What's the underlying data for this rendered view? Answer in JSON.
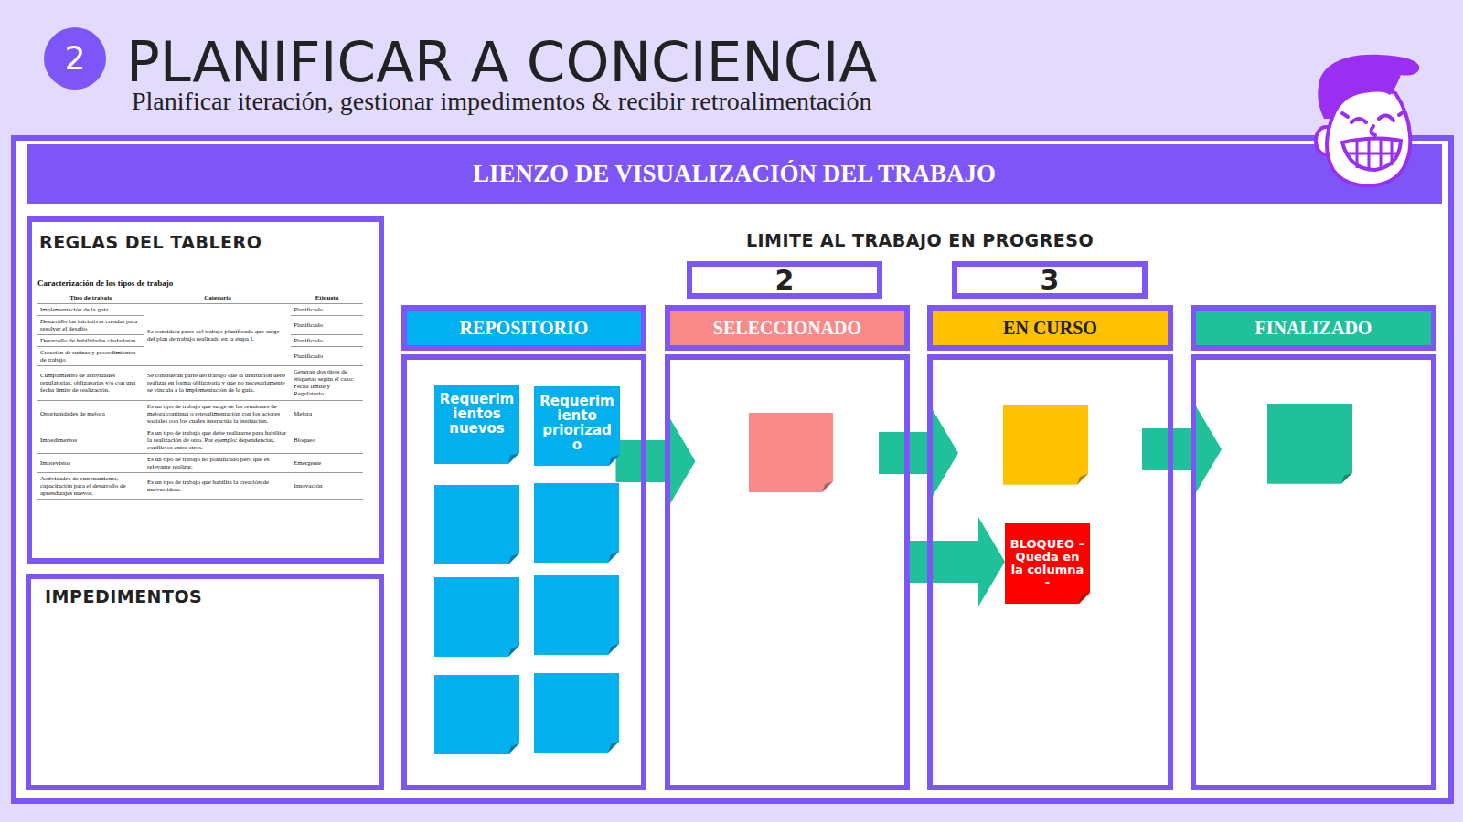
{
  "diagram": {
    "title": "PLANIFICAR A CONCIENCIA",
    "nodes": [
      {
        "text": [
          "2"
        ]
      },
      {
        "text": [
          "LIENZO DE VISUALIZACIÓN DEL TRABAJO"
        ]
      },
      {
        "text": [
          "REGLAS DEL TABLERO"
        ],
        "in": 1
      },
      {
        "text": [
          "IMPEDIMENTOS"
        ],
        "in": 1
      },
      {
        "text": [
          "2"
        ],
        "in": 1
      },
      {
        "text": [
          "3"
        ],
        "in": 1
      },
      {
        "text": [
          "REPOSITORIO"
        ],
        "in": 1
      },
      {
        "text": [
          "Requerimientos nuevos"
        ],
        "in": 6
      },
      {
        "text": [
          "Requerimiento priorizado"
        ],
        "in": 6
      },
      {
        "text": [
          "SELECCIONADO"
        ],
        "in": 1
      },
      {
        "text": [
          "EN CURSO"
        ],
        "in": 1
      },
      {
        "text": [
          "BLOQUEO – Queda en la columna -"
        ],
        "in": 10
      },
      {
        "text": [
          "FINALIZADO"
        ],
        "in": 1
      }
    ],
    "edges": [
      {
        "from": 6,
        "to": 9,
        "arrow": "to"
      },
      {
        "from": 9,
        "to": 10,
        "arrow": "to"
      },
      {
        "from": 9,
        "to": 11,
        "arrow": "to"
      },
      {
        "from": 10,
        "to": 12,
        "arrow": "to"
      }
    ],
    "labels": [
      "Planificar iteración, gestionar impedimentos & recibir retroalimentación",
      "LIMITE AL TRABAJO EN PROGRESO",
      "Caracterización de los tipos de trabajo",
      "Tipo de trabajo",
      "Categoría",
      "Etiqueta",
      "Implementación de la guía",
      "Se considera parte del trabajo planificado que surge del plan de trabajo realizado en la etapa I.",
      "Planificado",
      "Desarrollo las iniciativas creadas para resolver el desafío",
      "Planificado",
      "Desarrollo de habilidades ciudadanas",
      "Planificado",
      "Creación de rutinas y procedimientos de trabajo",
      "Planificado",
      "Cumplimiento de actividades regulatorias, obligatorias y/o con una fecha límite de realización.",
      "Se consideran parte del trabajo que la institución debe realizar en forma obligatoria y que no necesariamente se vincula a la implementación de la guía.",
      "Generan dos tipos de etiquetas según el caso: Fecha límite y Regulatorio",
      "Oportunidades de mejora",
      "Es un tipo de trabajo que surge de las reuniones de mejora continua o retroalimentación con los actores sociales con los cuales interactúa la institución.",
      "Mejora",
      "Impedimentos",
      "Es un tipo de trabajo que debe realizarse para habilitar la realización de otro. Por ejemplo: dependencias, conflictos entre otros.",
      "Bloqueo",
      "Imprevistos",
      "Es un tipo de trabajo no planificado pero que es relevante realizar.",
      "Emergente",
      "Actividades de entrenamiento, capacitación para el desarrollo de aprendizajes nuevos.",
      "Es un tipo de trabajo que habilita la creación de nuevas ideas.",
      "Innovación"
    ]
  }
}
